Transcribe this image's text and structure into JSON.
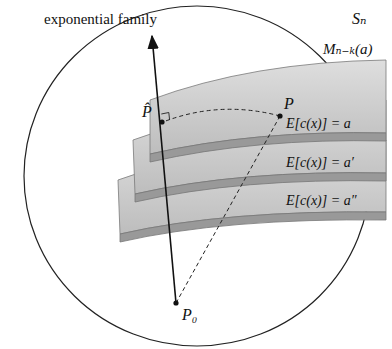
{
  "diagram": {
    "nodes": [
      {
        "text": [
          "Sₙ"
        ]
      },
      {
        "text": [
          "E[c(x)] = a"
        ],
        "in": 0
      },
      {
        "text": [
          "E[c(x)] = a′"
        ],
        "in": 0
      },
      {
        "text": [
          "E[c(x)] = a″"
        ],
        "in": 0
      }
    ],
    "labels": [
      "exponential family",
      "Mₙ₋ₖ(a)",
      "P",
      "P̂",
      "P₀"
    ]
  }
}
